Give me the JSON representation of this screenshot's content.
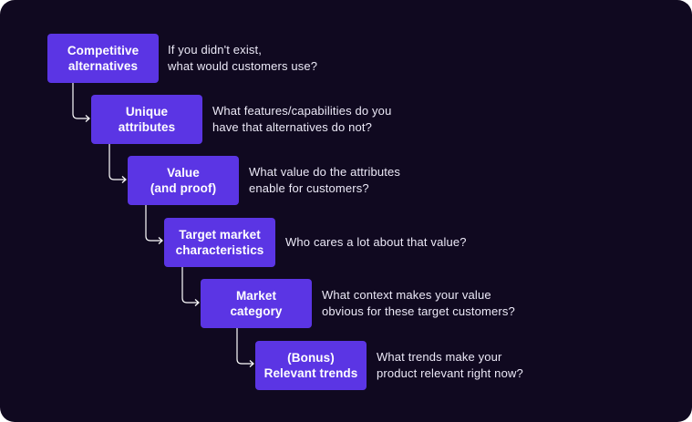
{
  "colors": {
    "background": "#100920",
    "box": "#5b35e4",
    "text": "#ffffff",
    "question_text": "#ece9f7",
    "connector": "#ffffff"
  },
  "steps": [
    {
      "title": [
        "Competitive",
        "alternatives"
      ],
      "question": [
        "If you didn't exist,",
        "what would customers use?"
      ]
    },
    {
      "title": [
        "Unique",
        "attributes"
      ],
      "question": [
        "What features/capabilities do you",
        "have that alternatives do not?"
      ]
    },
    {
      "title": [
        "Value",
        "(and proof)"
      ],
      "question": [
        "What value do the attributes",
        "enable for customers?"
      ]
    },
    {
      "title": [
        "Target market",
        "characteristics"
      ],
      "question": [
        "Who cares a lot about that value?"
      ]
    },
    {
      "title": [
        "Market",
        "category"
      ],
      "question": [
        "What context makes your value",
        "obvious for these target customers?"
      ]
    },
    {
      "title": [
        "(Bonus)",
        "Relevant trends"
      ],
      "question": [
        "What trends make your",
        "product relevant right now?"
      ]
    }
  ]
}
